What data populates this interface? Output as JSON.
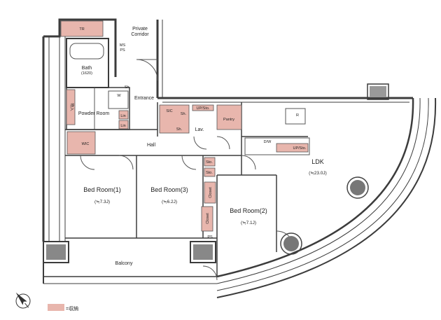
{
  "labels": {
    "tr": "TR",
    "private_corridor_1": "Private",
    "private_corridor_2": "Corridor",
    "ms": "MS",
    "ps_top": "PS",
    "bath": "Bath",
    "bath_size": "(1620)",
    "sh_entrance": "Sh.",
    "w": "W",
    "entrance": "Entrance",
    "storage_vertical": "物入",
    "powder_room": "Powder Room",
    "lin1": "Lin",
    "lin2": "Lin",
    "sic": "SIC",
    "sic_sh1": "Sh.",
    "sic_sh2": "Sh.",
    "upsto": "UP/Sto.",
    "lav": "Lav.",
    "pantry": "Pantry",
    "wic": "WIC",
    "hall": "Hall",
    "dw": "D/W",
    "upsto_kitchen": "UP/Sto.",
    "ldk": "LDK",
    "ldk_area": "(≒23.0J)",
    "r": "R",
    "sto1": "Sto.",
    "sto2": "Sto.",
    "closet1": "Closet",
    "closet2": "Closet",
    "ps_mid": "PS",
    "bed1": "Bed Room(1)",
    "bed1_area": "(≒7.3J)",
    "bed3": "Bed Room(3)",
    "bed3_area": "(≒6.2J)",
    "bed2": "Bed Room(2)",
    "bed2_area": "(≒7.1J)",
    "balcony": "Balcony"
  },
  "legend": {
    "text": "=収納",
    "swatch_color": "#e8b6ad"
  },
  "compass_icon": "north-arrow-icon",
  "colors": {
    "storage": "#e8b6ad",
    "wall": "#3c3c3c"
  }
}
